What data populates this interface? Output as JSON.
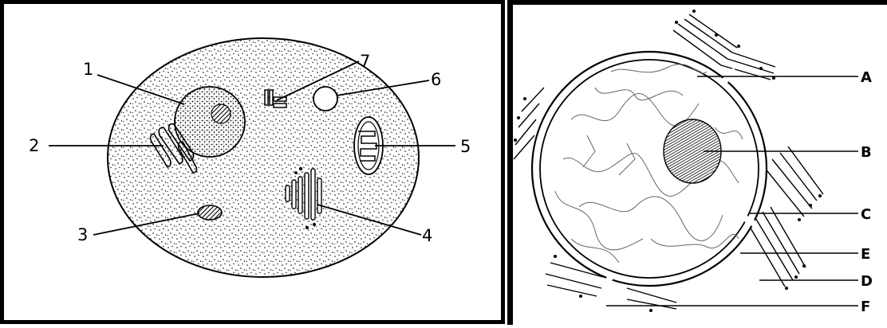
{
  "left_figure": {
    "labels": {
      "l1": "1",
      "l2": "2",
      "l3": "3",
      "l4": "4",
      "l5": "5",
      "l6": "6",
      "l7": "7"
    }
  },
  "right_figure": {
    "labels": {
      "A": "A",
      "B": "B",
      "C": "C",
      "D": "D",
      "E": "E",
      "F": "F"
    }
  }
}
